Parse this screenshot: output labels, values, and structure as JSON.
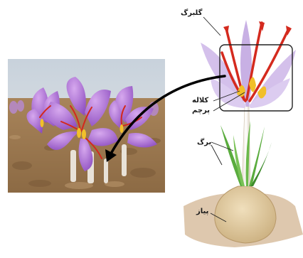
{
  "labels": {
    "petal": "گلبرگ",
    "stigma": "کلاله",
    "stamen": "پرچم",
    "leaf": "برگ",
    "bulb": "پیاز"
  },
  "colors": {
    "petal": "#c9b1e6",
    "stigma": "#d42a1e",
    "stamen": "#f0c030",
    "leaf": "#52a83a",
    "bulb": "#ddc79e",
    "soil": "#c09a6a",
    "arrow": "#000000"
  }
}
